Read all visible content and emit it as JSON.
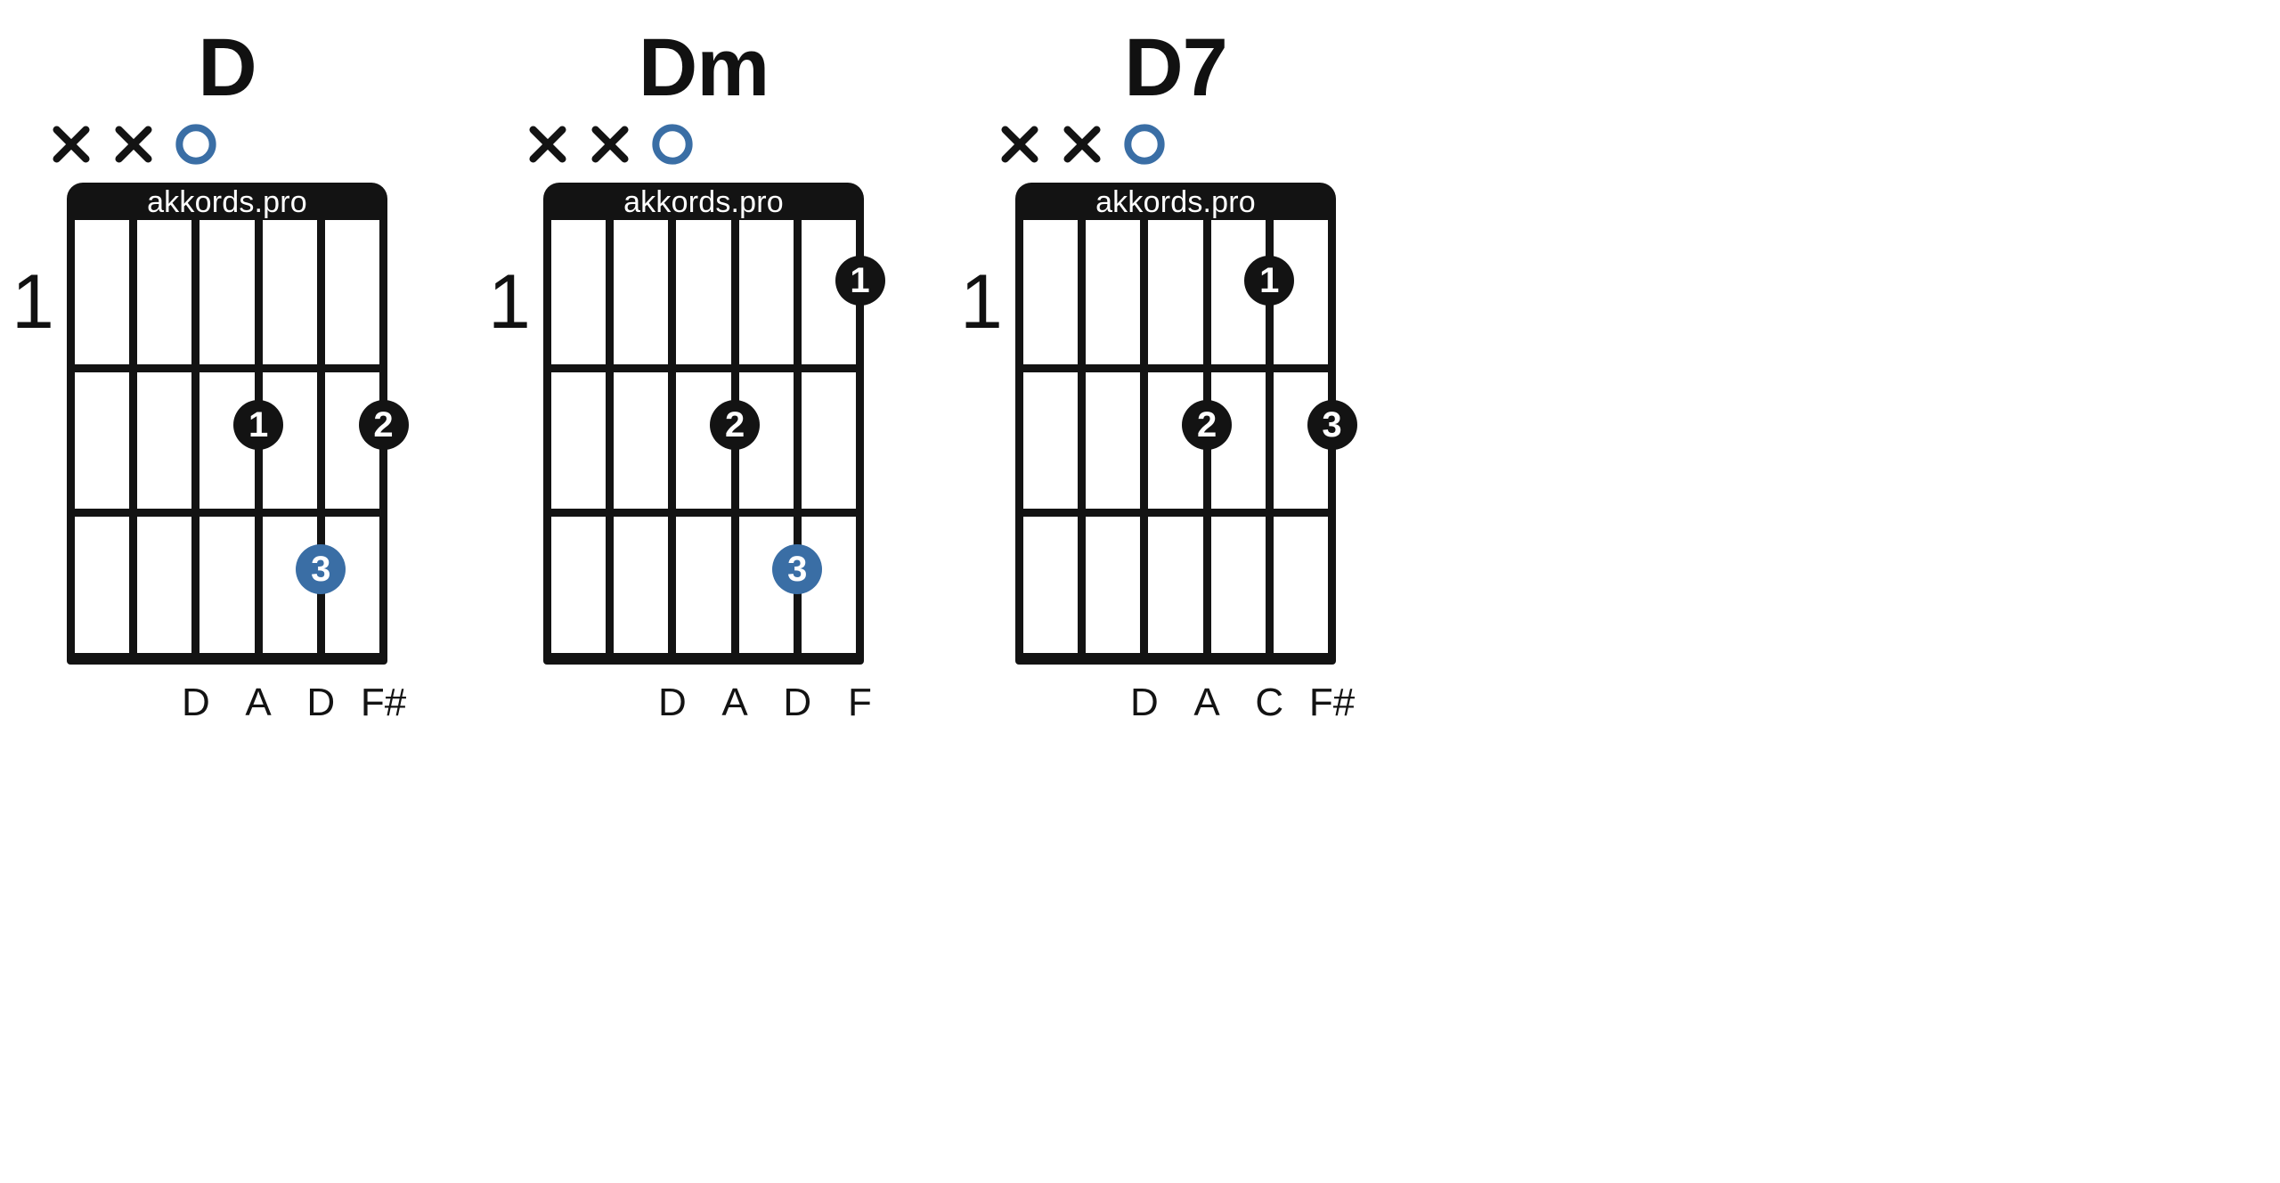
{
  "page": {
    "background": "#ffffff",
    "watermark": "akkords.pro",
    "accent_blue": "#3a6ea5",
    "ink": "#131313"
  },
  "chords": [
    {
      "name": "D",
      "position_label": "1",
      "nut_label": "akkords.pro",
      "string_markers": [
        "x",
        "x",
        "o",
        "",
        "",
        ""
      ],
      "fingers": [
        {
          "label": "1",
          "string": 4,
          "fret": 2,
          "color": "#131313",
          "text_color": "#ffffff"
        },
        {
          "label": "2",
          "string": 6,
          "fret": 2,
          "color": "#131313",
          "text_color": "#ffffff"
        },
        {
          "label": "3",
          "string": 5,
          "fret": 3,
          "color": "#3a6ea5",
          "text_color": "#ffffff"
        }
      ],
      "note_labels": [
        "",
        "",
        "D",
        "A",
        "D",
        "F#"
      ]
    },
    {
      "name": "Dm",
      "position_label": "1",
      "nut_label": "akkords.pro",
      "string_markers": [
        "x",
        "x",
        "o",
        "",
        "",
        ""
      ],
      "fingers": [
        {
          "label": "1",
          "string": 6,
          "fret": 1,
          "color": "#131313",
          "text_color": "#ffffff"
        },
        {
          "label": "2",
          "string": 4,
          "fret": 2,
          "color": "#131313",
          "text_color": "#ffffff"
        },
        {
          "label": "3",
          "string": 5,
          "fret": 3,
          "color": "#3a6ea5",
          "text_color": "#ffffff"
        }
      ],
      "note_labels": [
        "",
        "",
        "D",
        "A",
        "D",
        "F"
      ]
    },
    {
      "name": "D7",
      "position_label": "1",
      "nut_label": "akkords.pro",
      "string_markers": [
        "x",
        "x",
        "o",
        "",
        "",
        ""
      ],
      "fingers": [
        {
          "label": "1",
          "string": 5,
          "fret": 1,
          "color": "#131313",
          "text_color": "#ffffff"
        },
        {
          "label": "2",
          "string": 4,
          "fret": 2,
          "color": "#131313",
          "text_color": "#ffffff"
        },
        {
          "label": "3",
          "string": 6,
          "fret": 2,
          "color": "#131313",
          "text_color": "#ffffff"
        }
      ],
      "note_labels": [
        "",
        "",
        "D",
        "A",
        "C",
        "F#"
      ]
    }
  ]
}
